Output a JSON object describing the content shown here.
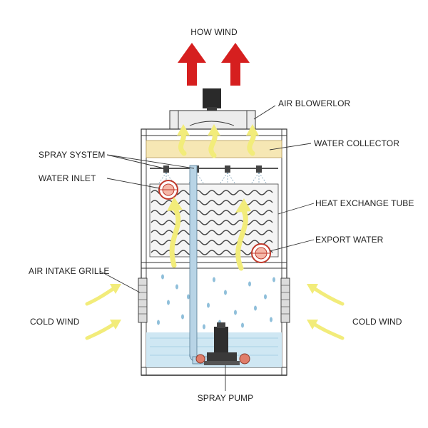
{
  "labels": {
    "how_wind": "HOW WIND",
    "air_blower": "AIR BLOWERLOR",
    "water_collector": "WATER COLLECTOR",
    "spray_system": "SPRAY SYSTEM",
    "water_inlet": "WATER INLET",
    "heat_exchange_tube": "HEAT EXCHANGE TUBE",
    "export_water": "EXPORT WATER",
    "air_intake_grille": "AIR INTAKE GRILLE",
    "cold_wind_left": "COLD WIND",
    "cold_wind_right": "COLD WIND",
    "spray_pump": "SPRAY PUMP"
  },
  "colors": {
    "hot_air_arrow": "#d61f1f",
    "cool_air_arrow": "#f2ec7a",
    "water": "#cfe7f3",
    "water_collector_fill": "#f6e7b4",
    "pipe": "#b8d4e6",
    "flange": "#e07d6a"
  }
}
